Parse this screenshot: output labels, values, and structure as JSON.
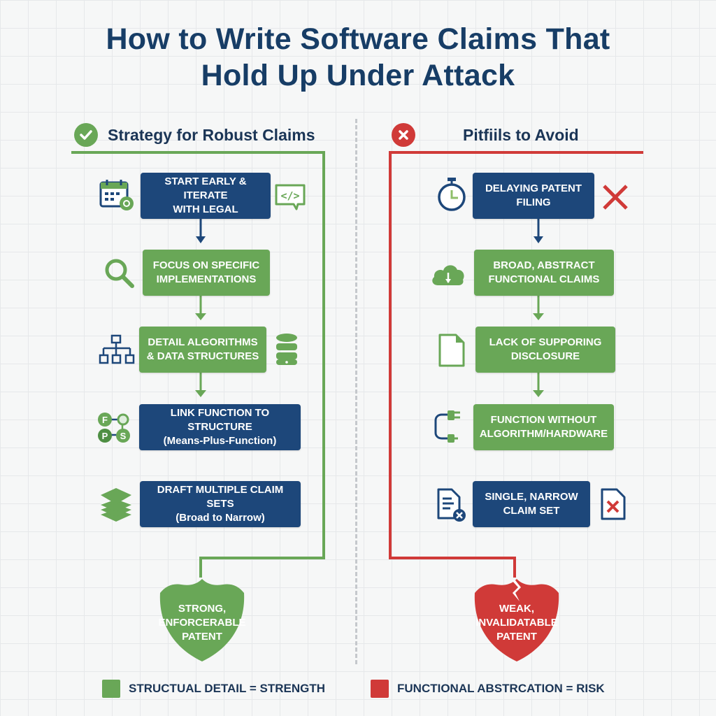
{
  "title": {
    "line1": "How to Write Software Claims That",
    "line2": "Hold Up Under Attack"
  },
  "colors": {
    "navy": "#1d477a",
    "green": "#69a757",
    "red": "#d03a38",
    "title": "#173d66",
    "divider": "#c5c8cc"
  },
  "left": {
    "heading": "Strategy for Robust Claims",
    "heading_icon": "check-circle-icon",
    "steps": [
      {
        "line1": "START EARLY & ITERATE",
        "line2": "WITH LEGAL",
        "style": "navy",
        "icons": [
          "calendar-gear-icon",
          "code-chat-icon"
        ]
      },
      {
        "line1": "FOCUS ON SPECIFIC",
        "line2": "IMPLEMENTATIONS",
        "style": "green",
        "icons": [
          "magnifier-icon"
        ]
      },
      {
        "line1": "DETAIL ALGORITHMS",
        "line2": "& DATA STRUCTURES",
        "style": "green",
        "icons": [
          "hierarchy-icon",
          "database-icon"
        ]
      },
      {
        "line1": "LINK FUNCTION TO STRUCTURE",
        "line2": "(Means-Plus-Function)",
        "style": "navy",
        "icons": [
          "fps-nodes-icon"
        ]
      },
      {
        "line1": "DRAFT MULTIPLE CLAIM SETS",
        "line2": "(Broad to Narrow)",
        "style": "navy",
        "icons": [
          "layers-icon"
        ]
      }
    ],
    "fps_letters": [
      "F",
      "P",
      "S"
    ],
    "outcome": {
      "line1": "STRONG,",
      "line2": "ENFORCERABLE",
      "line3": "PATENT",
      "icon": "shield-icon"
    }
  },
  "right": {
    "heading": "Pitfiils to Avoid",
    "heading_icon": "x-circle-icon",
    "steps": [
      {
        "line1": "DELAYING PATENT",
        "line2": "FILING",
        "style": "navy",
        "icons": [
          "stopwatch-icon",
          "red-x-icon"
        ]
      },
      {
        "line1": "BROAD, ABSTRACT",
        "line2": "FUNCTIONAL CLAIMS",
        "style": "green",
        "icons": [
          "cloud-download-icon"
        ]
      },
      {
        "line1": "LACK OF SUPPORING",
        "line2": "DISCLOSURE",
        "style": "green",
        "icons": [
          "blank-document-icon"
        ]
      },
      {
        "line1": "FUNCTION WITHOUT",
        "line2": "ALGORITHM/HARDWARE",
        "style": "green",
        "icons": [
          "unplugged-icon"
        ]
      },
      {
        "line1": "SINGLE, NARROW",
        "line2": "CLAIM SET",
        "style": "navy",
        "icons": [
          "document-x-icon",
          "file-x-icon"
        ]
      }
    ],
    "outcome": {
      "line1": "WEAK,",
      "line2": "INVALIDATABLE",
      "line3": "PATENT",
      "icon": "cracked-shield-icon"
    }
  },
  "legend": [
    {
      "label": "STRUCTUAL DETAIL = STRENGTH",
      "color": "#69a757"
    },
    {
      "label": "FUNCTIONAL ABSTRCATION = RISK",
      "color": "#d03a38"
    }
  ]
}
